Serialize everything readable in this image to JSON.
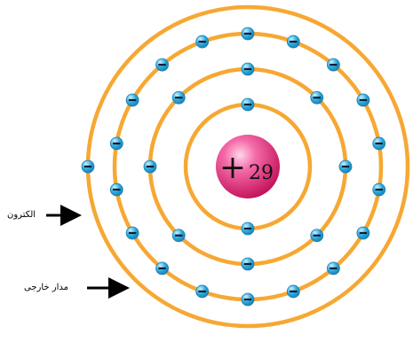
{
  "nucleus": {
    "sign": "+",
    "number": "29"
  },
  "labels": {
    "electron": "الکترون",
    "outer_orbit": "مدار خارجی"
  },
  "electron_symbol": "−",
  "shells": [
    {
      "electrons": 2
    },
    {
      "electrons": 8
    },
    {
      "electrons": 18
    },
    {
      "electrons": 1
    }
  ],
  "colors": {
    "orbit": "#f6a833",
    "electron": "#2aa8dd",
    "nucleus": "#e0206b"
  }
}
